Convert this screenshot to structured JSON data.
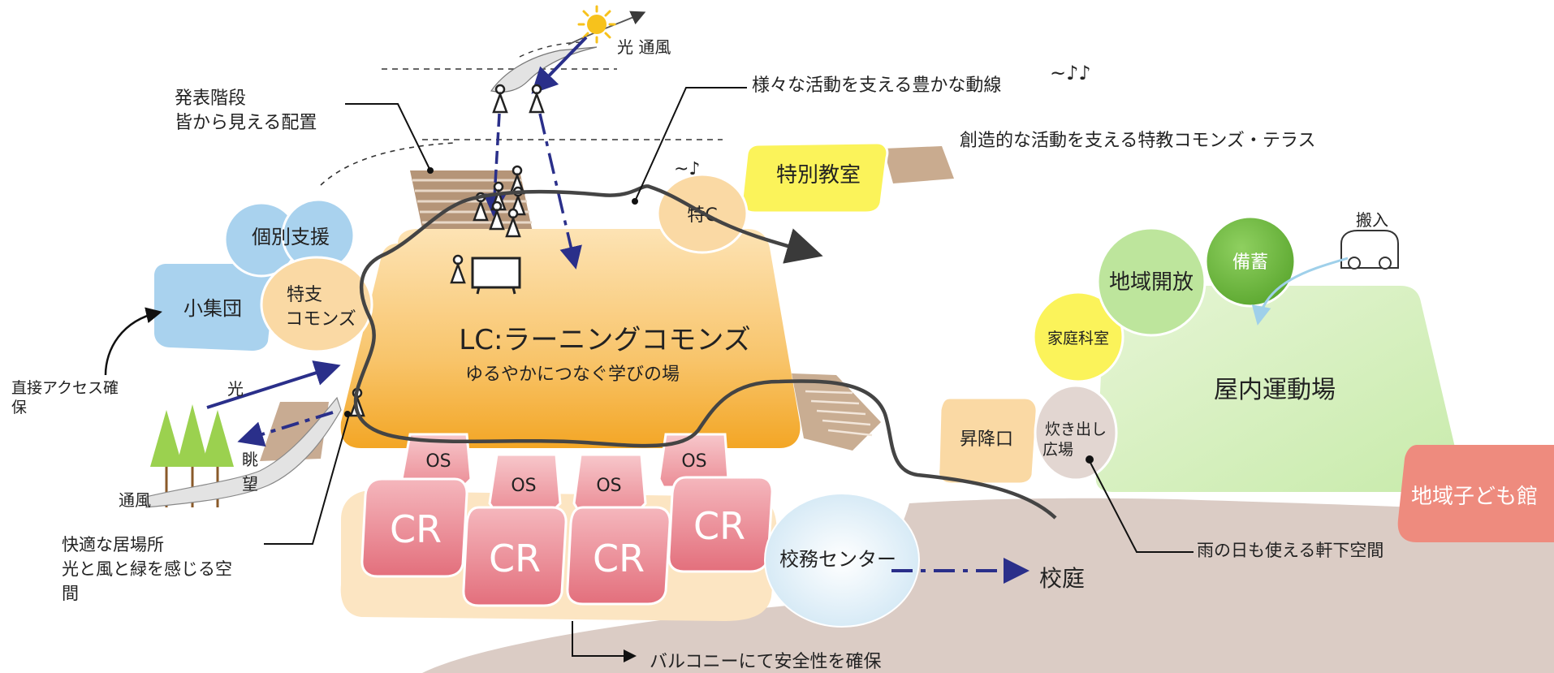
{
  "labels": {
    "hikari_tsufuu": "光 通風",
    "yousai_doushen": "様々な活動を支える豊かな動線",
    "music_top": "~♪♪",
    "music_small": "~♪",
    "happyou_1": "発表階段",
    "happyou_2": "皆から見える配置",
    "tokkyo_commons": "創造的な活動を支える特教コモンズ・テラス",
    "kobetsu": "個別支援",
    "shoshudan": "小集団",
    "tokushi_1": "特支",
    "tokushi_2": "コモンズ",
    "tokuc": "特C",
    "tokubetsu": "特別教室",
    "lc_title": "LC:ラーニングコモンズ",
    "lc_sub": "ゆるやかにつなぐ学びの場",
    "direct_1": "直接アクセス確",
    "direct_2": "保",
    "hikari_left": "光",
    "chou": "眺",
    "bou": "望",
    "tsufuu": "通風",
    "kaiteki_1": "快適な居場所",
    "kaiteki_2": "光と風と緑を感じる空",
    "kaiteki_3": "間",
    "os": "OS",
    "cr": "CR",
    "koumu": "校務センター",
    "koutei": "校庭",
    "balcony": "バルコニーにて安全性を確保",
    "shoukouguchi": "昇降口",
    "takidashi_1": "炊き出し",
    "takidashi_2": "広場",
    "ame": "雨の日も使える軒下空間",
    "kateika": "家庭科室",
    "chiiki_kaihou": "地域開放",
    "bichiku": "備蓄",
    "hannyu": "搬入",
    "okunai": "屋内運動場",
    "chiiki_kodomo": "地域子ども館"
  },
  "colors": {
    "lc_orange": "#f6b53c",
    "pale_orange": "#fad9a4",
    "blue_light": "#a9d2ee",
    "yellow": "#fbf35a",
    "green_pale": "#d7efbf",
    "green_mid": "#bde59c",
    "green_dark": "#6cb83c",
    "pink": "#e97b86",
    "salmon": "#ee8b7e",
    "ground": "#d9cac3",
    "arrow_blue": "#2a2f8a",
    "stair_brown": "#c6a88a"
  },
  "icons": [
    "sun-icon",
    "person-icon",
    "board-icon",
    "tree-icon",
    "truck-icon",
    "arrow-icon"
  ]
}
